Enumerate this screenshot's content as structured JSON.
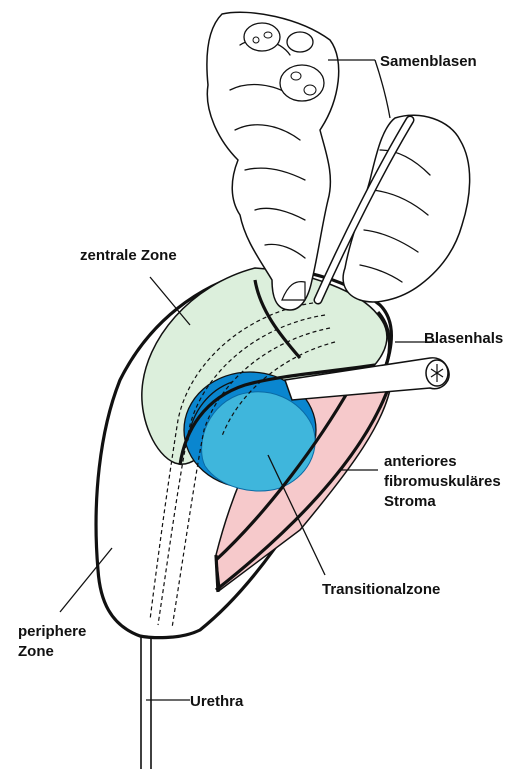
{
  "labels": {
    "samenblasen": "Samenblasen",
    "zentrale_zone": "zentrale Zone",
    "blasenhals": "Blasenhals",
    "afs_line1": "anteriores",
    "afs_line2": "fibromuskuläres",
    "afs_line3": "Stroma",
    "transitionalzone": "Transitionalzone",
    "periphere_line1": "periphere",
    "periphere_line2": "Zone",
    "urethra": "Urethra"
  },
  "colors": {
    "peripheral_zone": "#d9d3e8",
    "central_zone": "#dcefdc",
    "transition_zone_light": "#3fb6dc",
    "transition_zone_dark": "#0a86cf",
    "anterior_stroma": "#f6c9cb",
    "outline": "#111111"
  }
}
